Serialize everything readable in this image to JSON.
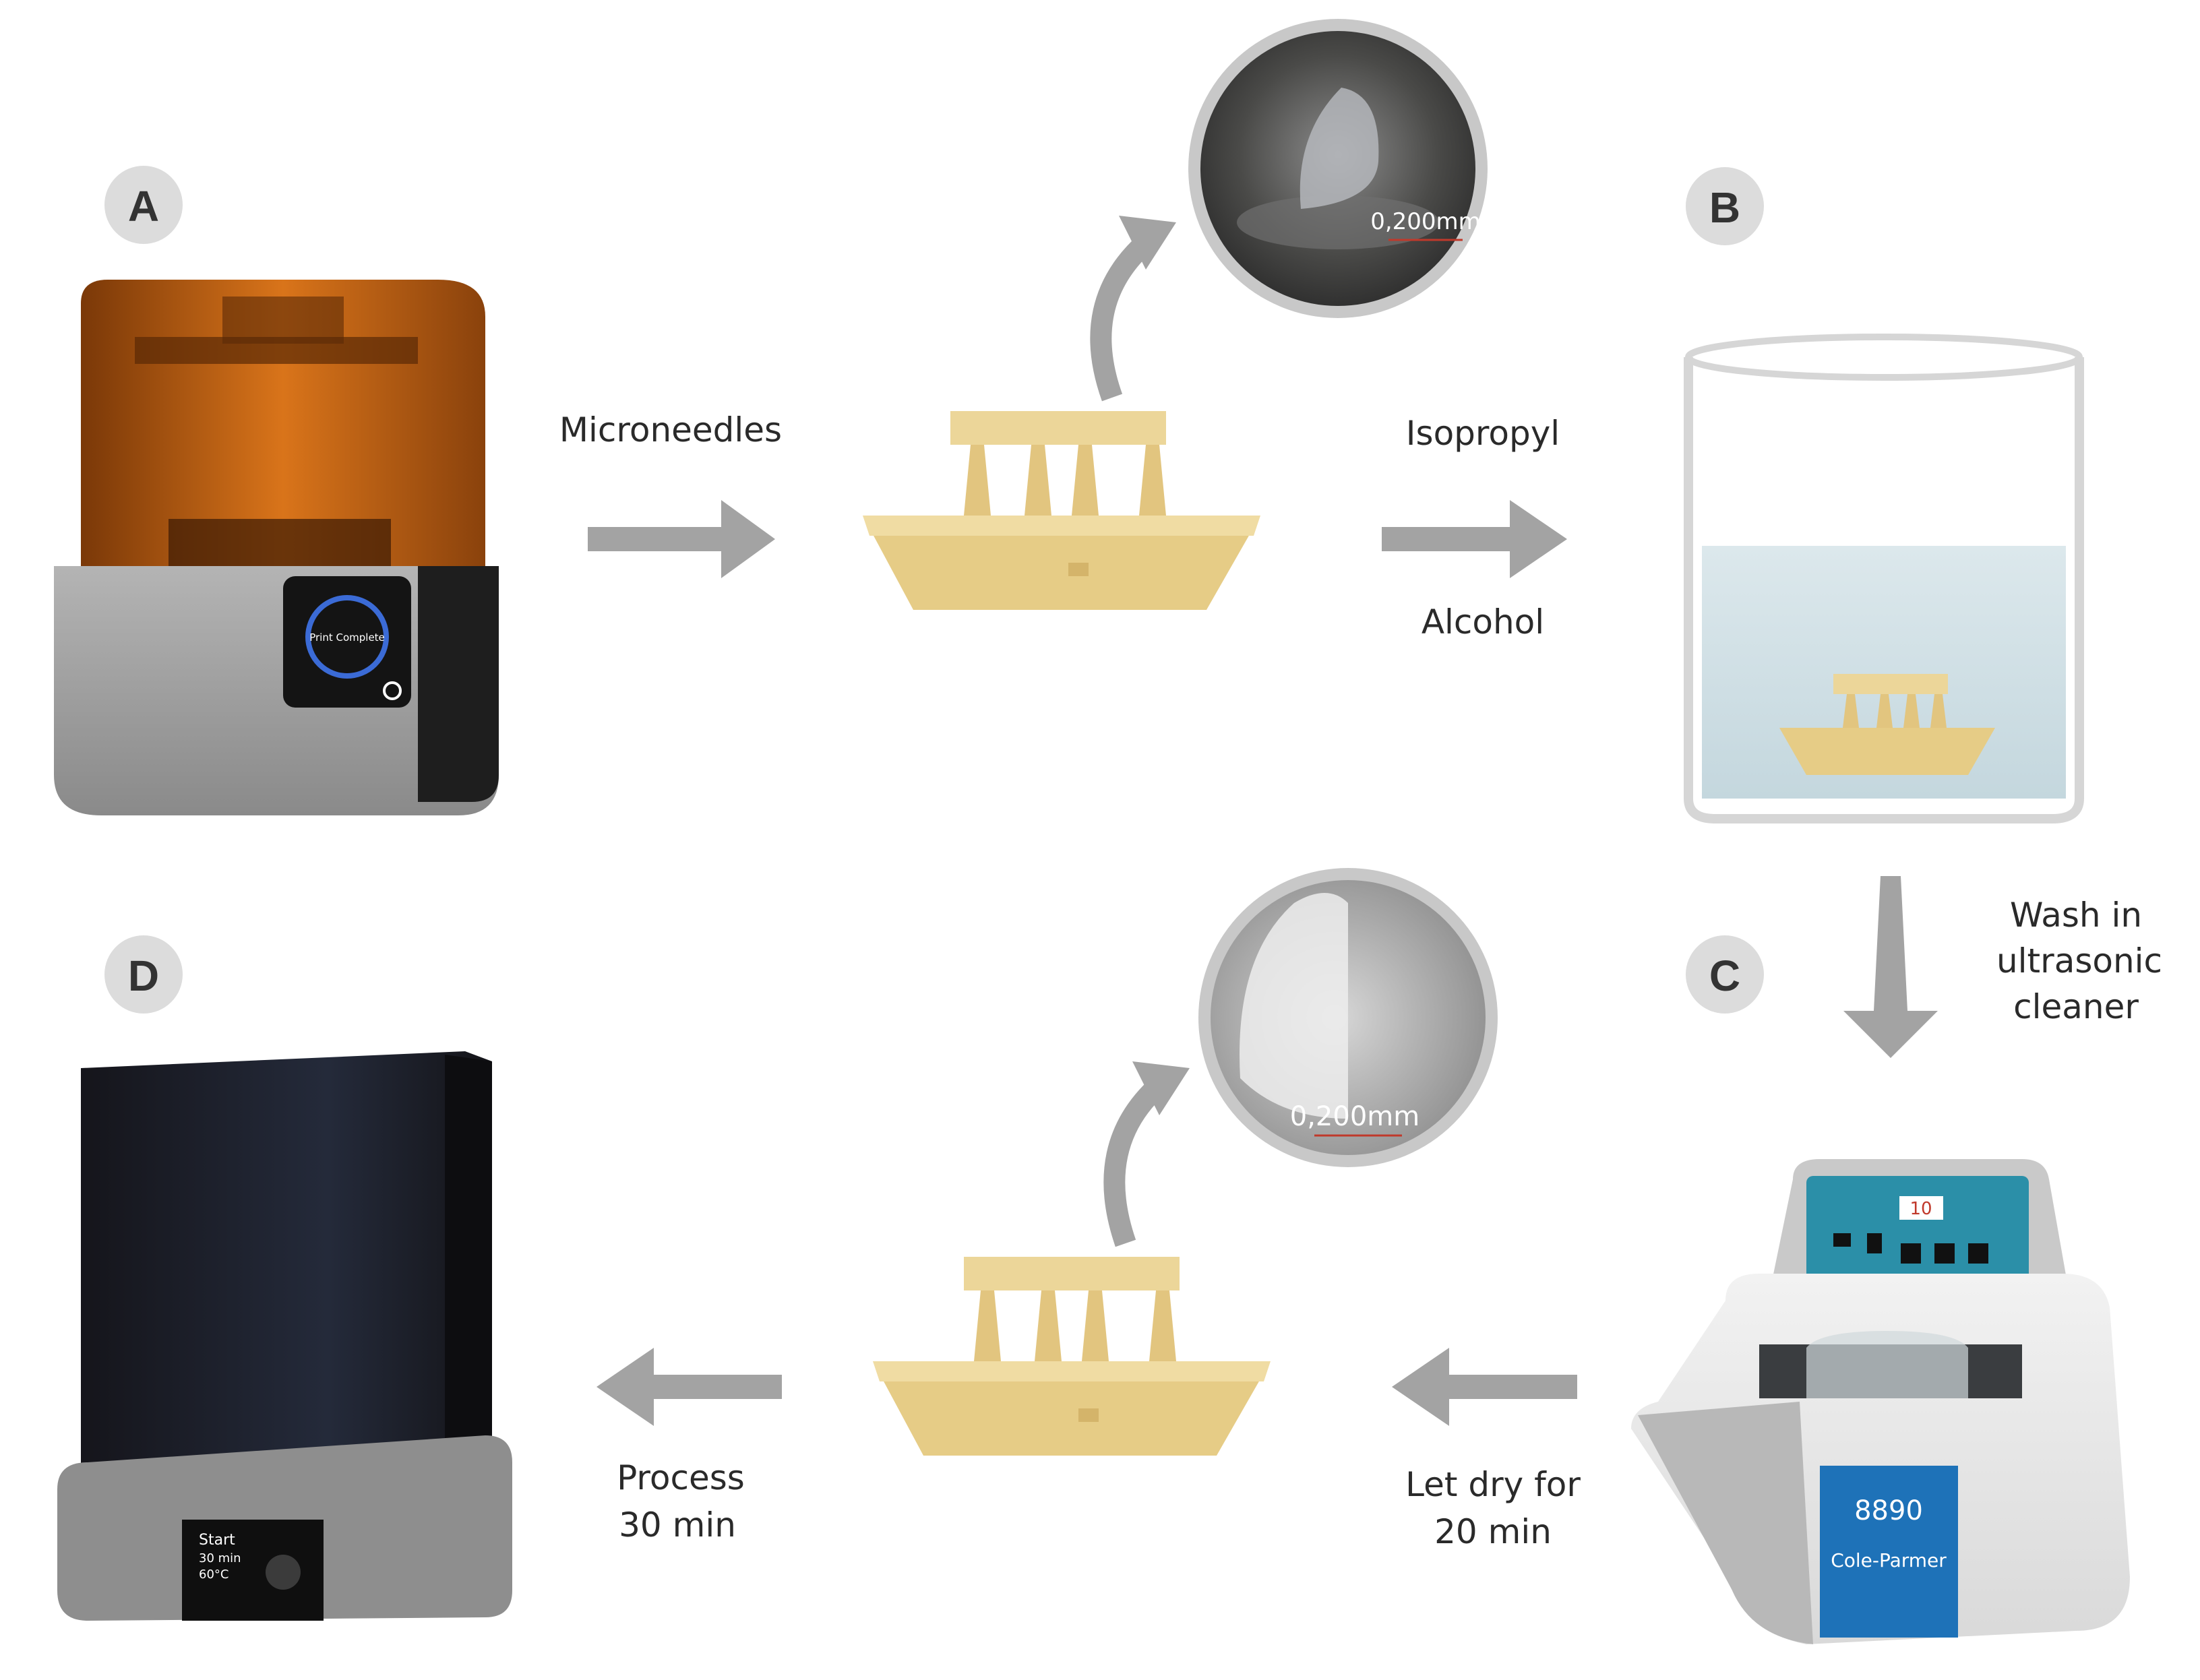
{
  "badges": {
    "a": "A",
    "b": "B",
    "c": "C",
    "d": "D"
  },
  "steps": {
    "microneedles": "Microneedles",
    "isopropyl": "Isopropyl",
    "alcohol": "Alcohol",
    "wash_line1": "Wash in",
    "wash_line2": "ultrasonic",
    "wash_line3": "cleaner",
    "dry_line1": "Let dry for",
    "dry_line2": "20 min",
    "process_line1": "Process",
    "process_line2": "30 min"
  },
  "printer": {
    "screen_text": "Print Complete"
  },
  "zoom_top": {
    "scale_text": "0,200mm"
  },
  "zoom_bottom": {
    "scale_text": "0,200mm"
  },
  "cleaner": {
    "display_value": "10",
    "model": "8890",
    "brand": "Cole-Parmer"
  },
  "cure": {
    "line1": "Start",
    "line2": "30 min",
    "line3": "60°C"
  },
  "colors": {
    "resin": "#ecd699",
    "printer_lid": "#d9741a",
    "arrow": "#a3a3a3",
    "badge": "#dcdcdc",
    "cleaner_panel": "#2b8fa8",
    "cure_body": "#1e1e24"
  }
}
